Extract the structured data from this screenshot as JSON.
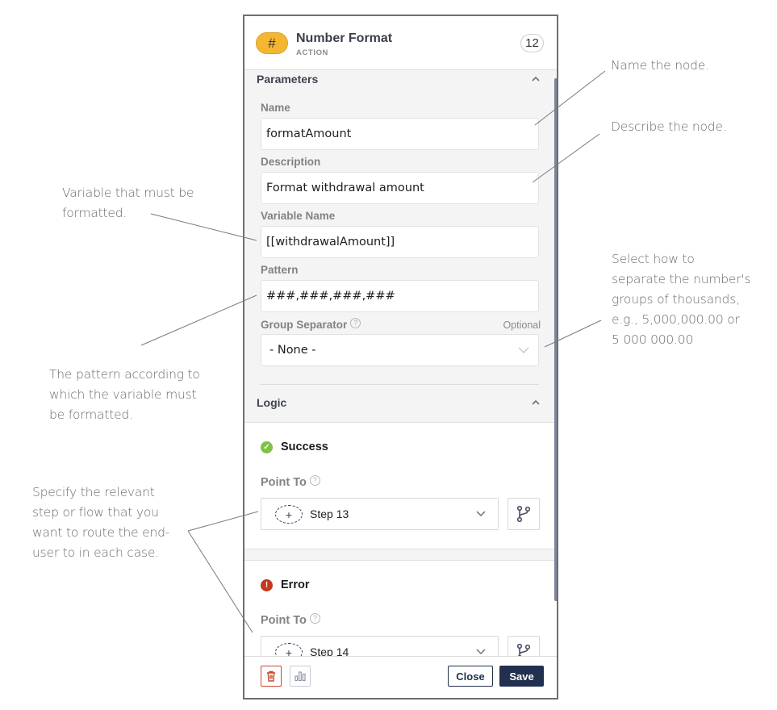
{
  "panel": {
    "title": "Number Format",
    "subtitle": "ACTION",
    "icon": "hash-icon",
    "icon_glyph": "#",
    "count": "12",
    "badge_color": "#f5b731"
  },
  "parameters": {
    "section_title": "Parameters",
    "fields": {
      "name": {
        "label": "Name",
        "value": "formatAmount"
      },
      "description": {
        "label": "Description",
        "value": "Format withdrawal amount"
      },
      "variable_name": {
        "label": "Variable Name",
        "value": "[[withdrawalAmount]]"
      },
      "pattern": {
        "label": "Pattern",
        "value": "###,###,###,###"
      },
      "group_separator": {
        "label": "Group Separator",
        "optional_label": "Optional",
        "value": "- None -",
        "help_glyph": "?"
      }
    }
  },
  "logic": {
    "section_title": "Logic",
    "success": {
      "label": "Success",
      "status_color": "#7cc243",
      "status_glyph": "✓",
      "point_to_label": "Point To",
      "help_glyph": "?",
      "plus_glyph": "+",
      "step": "Step 13"
    },
    "error": {
      "label": "Error",
      "status_color": "#c4391d",
      "status_glyph": "!",
      "point_to_label": "Point To",
      "help_glyph": "?",
      "plus_glyph": "+",
      "step": "Step 14"
    }
  },
  "footer": {
    "close_label": "Close",
    "save_label": "Save",
    "save_color": "#22304f",
    "delete_color": "#c8492b"
  },
  "annotations": {
    "name": "Name the node.",
    "description": "Describe the node.",
    "variable": [
      "Variable that must be",
      "formatted."
    ],
    "pattern": [
      "The pattern according to",
      "which the variable must",
      "be formatted."
    ],
    "separator": [
      "Select how to",
      "separate the number's",
      "groups of thousands,",
      "e.g., 5,000,000.00 or",
      "5 000 000.00"
    ],
    "point_to": [
      "Specify the relevant",
      "step or flow that you",
      "want to route the end-",
      "user to in each case."
    ]
  }
}
